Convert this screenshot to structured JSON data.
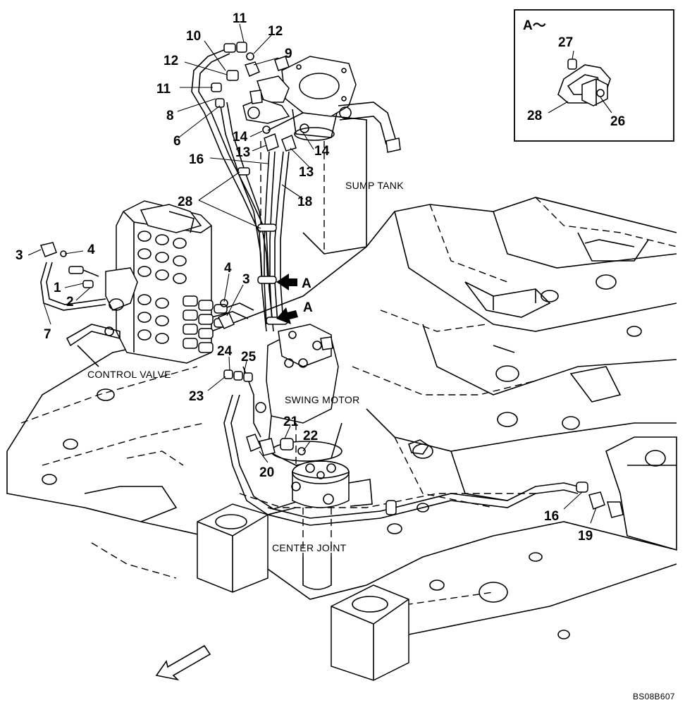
{
  "labels": {
    "sump_tank": "SUMP TANK",
    "control_valve": "CONTROL VALVE",
    "swing_motor": "SWING MOTOR",
    "center_joint": "CENTER JOINT",
    "detail_title": "A～",
    "view_arrow_1": "A",
    "view_arrow_2": "A",
    "drawing_code": "BS08B607"
  },
  "callouts": {
    "c1": "1",
    "c2": "2",
    "c3a": "3",
    "c3b": "3",
    "c4a": "4",
    "c4b": "4",
    "c6": "6",
    "c7": "7",
    "c8": "8",
    "c9": "9",
    "c10": "10",
    "c11a": "11",
    "c11b": "11",
    "c12a": "12",
    "c12b": "12",
    "c13a": "13",
    "c13b": "13",
    "c14a": "14",
    "c14b": "14",
    "c16a": "16",
    "c16b": "16",
    "c18": "18",
    "c19": "19",
    "c20": "20",
    "c21": "21",
    "c22": "22",
    "c23": "23",
    "c24": "24",
    "c25": "25",
    "c26": "26",
    "c27": "27",
    "c28a": "28",
    "c28b": "28"
  }
}
